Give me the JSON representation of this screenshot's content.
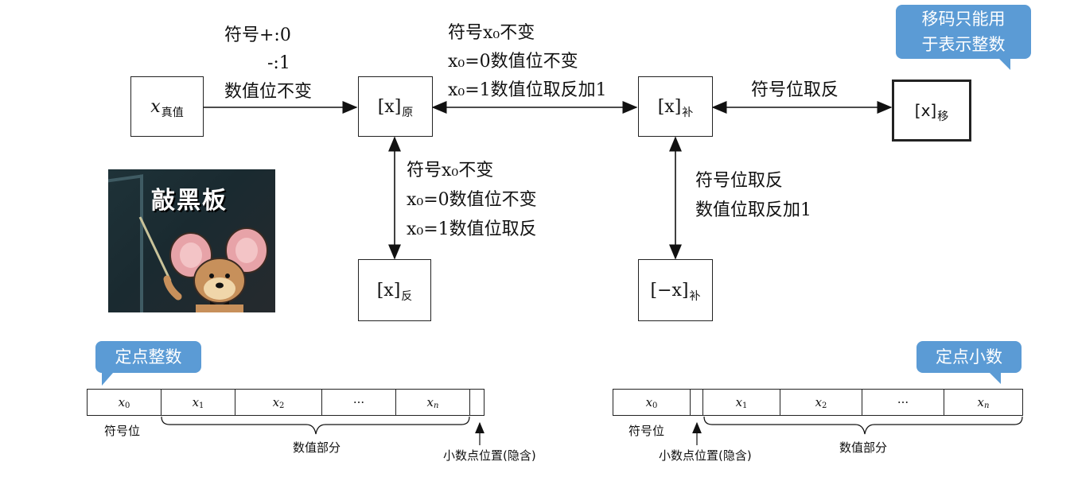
{
  "boxes": {
    "true_value": {
      "var": "x",
      "sub": "真值"
    },
    "original": {
      "text": "[x]",
      "sub": "原"
    },
    "ones_complement": {
      "text": "[x]",
      "sub": "反"
    },
    "twos_complement": {
      "text": "[x]",
      "sub": "补"
    },
    "neg_twos_complement": {
      "text": "[−x]",
      "sub": "补"
    },
    "biased": {
      "text": "[x]",
      "sub": "移"
    }
  },
  "labels": {
    "true_to_orig": [
      "符号+:0",
      "-:1",
      "数值位不变"
    ],
    "orig_to_comp": [
      "符号x₀不变",
      "x₀=0数值位不变",
      "x₀=1数值位取反加1"
    ],
    "orig_to_ones": [
      "符号x₀不变",
      "x₀=0数值位不变",
      "x₀=1数值位取反"
    ],
    "comp_to_neg": [
      "符号位取反",
      "数值位取反加1"
    ],
    "comp_to_biased": "符号位取反"
  },
  "callouts": {
    "biased_note": [
      "移码只能用",
      "于表示整数"
    ],
    "fixed_integer": "定点整数",
    "fixed_fraction": "定点小数"
  },
  "meme": {
    "caption": "敲黑板"
  },
  "integer_format": {
    "cells": [
      {
        "v": "x",
        "s": "0"
      },
      {
        "v": "x",
        "s": "1"
      },
      {
        "v": "x",
        "s": "2"
      },
      {
        "v": "···",
        "s": ""
      },
      {
        "v": "x",
        "s": "n"
      },
      {
        "v": "",
        "s": ""
      }
    ],
    "sign_label": "符号位",
    "value_label": "数值部分",
    "point_label": "小数点位置(隐含)"
  },
  "fraction_format": {
    "cells": [
      {
        "v": "x",
        "s": "0"
      },
      {
        "v": "",
        "s": ""
      },
      {
        "v": "x",
        "s": "1"
      },
      {
        "v": "x",
        "s": "2"
      },
      {
        "v": "···",
        "s": ""
      },
      {
        "v": "x",
        "s": "n"
      }
    ],
    "sign_label": "符号位",
    "value_label": "数值部分",
    "point_label": "小数点位置(隐含)"
  }
}
